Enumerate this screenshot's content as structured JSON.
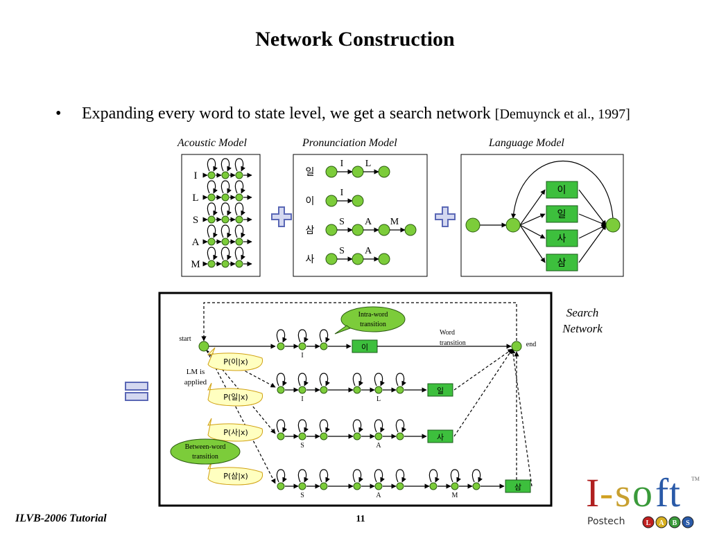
{
  "slide": {
    "title": "Network Construction",
    "bullet_symbol": "•",
    "bullet_text": "Expanding every word to state level, we get a search network ",
    "bullet_cite": "[Demuynck et al., 1997]"
  },
  "models": {
    "acoustic": {
      "caption": "Acoustic Model",
      "phones": [
        "I",
        "L",
        "S",
        "A",
        "M"
      ]
    },
    "pronunciation": {
      "caption": "Pronunciation Model",
      "entries": [
        {
          "word": "일",
          "phones": [
            "I",
            "L"
          ]
        },
        {
          "word": "이",
          "phones": [
            "I"
          ]
        },
        {
          "word": "삼",
          "phones": [
            "S",
            "A",
            "M"
          ]
        },
        {
          "word": "사",
          "phones": [
            "S",
            "A"
          ]
        }
      ]
    },
    "language": {
      "caption": "Language Model",
      "words": [
        "이",
        "일",
        "사",
        "삼"
      ]
    }
  },
  "search_network": {
    "label": "Search Network",
    "label_line1": "Search",
    "label_line2": "Network",
    "start": "start",
    "end": "end",
    "intra_word": "Intra-word transition",
    "intra_word_line1": "Intra-word",
    "intra_word_line2": "transition",
    "between_word_line1": "Between-word",
    "between_word_line2": "transition",
    "word_transition_line1": "Word",
    "word_transition_line2": "transition",
    "lm_line1": "LM is",
    "lm_line2": "applied",
    "probabilities": [
      "P(이|x)",
      "P(일|x)",
      "P(사|x)",
      "P(삼|x)"
    ],
    "rows": [
      {
        "word": "이",
        "phones": [
          "I"
        ]
      },
      {
        "word": "일",
        "phones": [
          "I",
          "L"
        ]
      },
      {
        "word": "사",
        "phones": [
          "S",
          "A"
        ]
      },
      {
        "word": "삼",
        "phones": [
          "S",
          "A",
          "M"
        ]
      }
    ]
  },
  "operators": {
    "plus": "+",
    "equals": "="
  },
  "footer": {
    "left": "ILVB-2006 Tutorial",
    "page": "11"
  },
  "logo": {
    "name": "I-soft",
    "tm": "TM",
    "org": "Postech",
    "letters": [
      "L",
      "A",
      "B",
      "S"
    ]
  },
  "colors": {
    "node": "#7ccc3a",
    "word_box": "#3dbf3d",
    "bubble_yellow": "#ffffc0",
    "bubble_green": "#7ccc3a",
    "plus_fill": "#d4d8f0"
  }
}
